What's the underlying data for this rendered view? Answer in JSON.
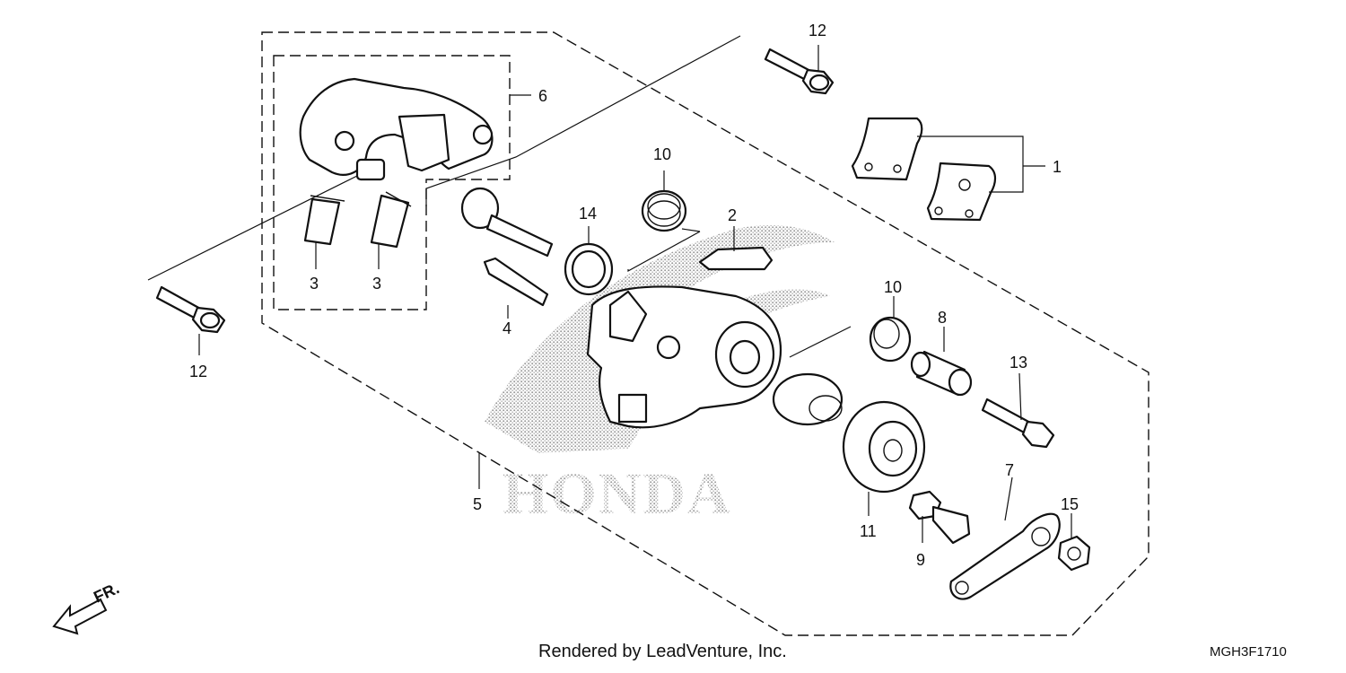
{
  "watermark": {
    "brand": "HONDA"
  },
  "footer": {
    "rendered_by": "Rendered by LeadVenture, Inc.",
    "diagram_code": "MGH3F1710"
  },
  "direction": {
    "label": "FR."
  },
  "callouts": [
    {
      "id": "c1",
      "label": "1"
    },
    {
      "id": "c2",
      "label": "2"
    },
    {
      "id": "c3a",
      "label": "3"
    },
    {
      "id": "c3b",
      "label": "3"
    },
    {
      "id": "c4",
      "label": "4"
    },
    {
      "id": "c5",
      "label": "5"
    },
    {
      "id": "c6",
      "label": "6"
    },
    {
      "id": "c7",
      "label": "7"
    },
    {
      "id": "c8",
      "label": "8"
    },
    {
      "id": "c9",
      "label": "9"
    },
    {
      "id": "c10a",
      "label": "10"
    },
    {
      "id": "c10b",
      "label": "10"
    },
    {
      "id": "c11",
      "label": "11"
    },
    {
      "id": "c12a",
      "label": "12"
    },
    {
      "id": "c12b",
      "label": "12"
    },
    {
      "id": "c13",
      "label": "13"
    },
    {
      "id": "c14",
      "label": "14"
    },
    {
      "id": "c15",
      "label": "15"
    }
  ]
}
